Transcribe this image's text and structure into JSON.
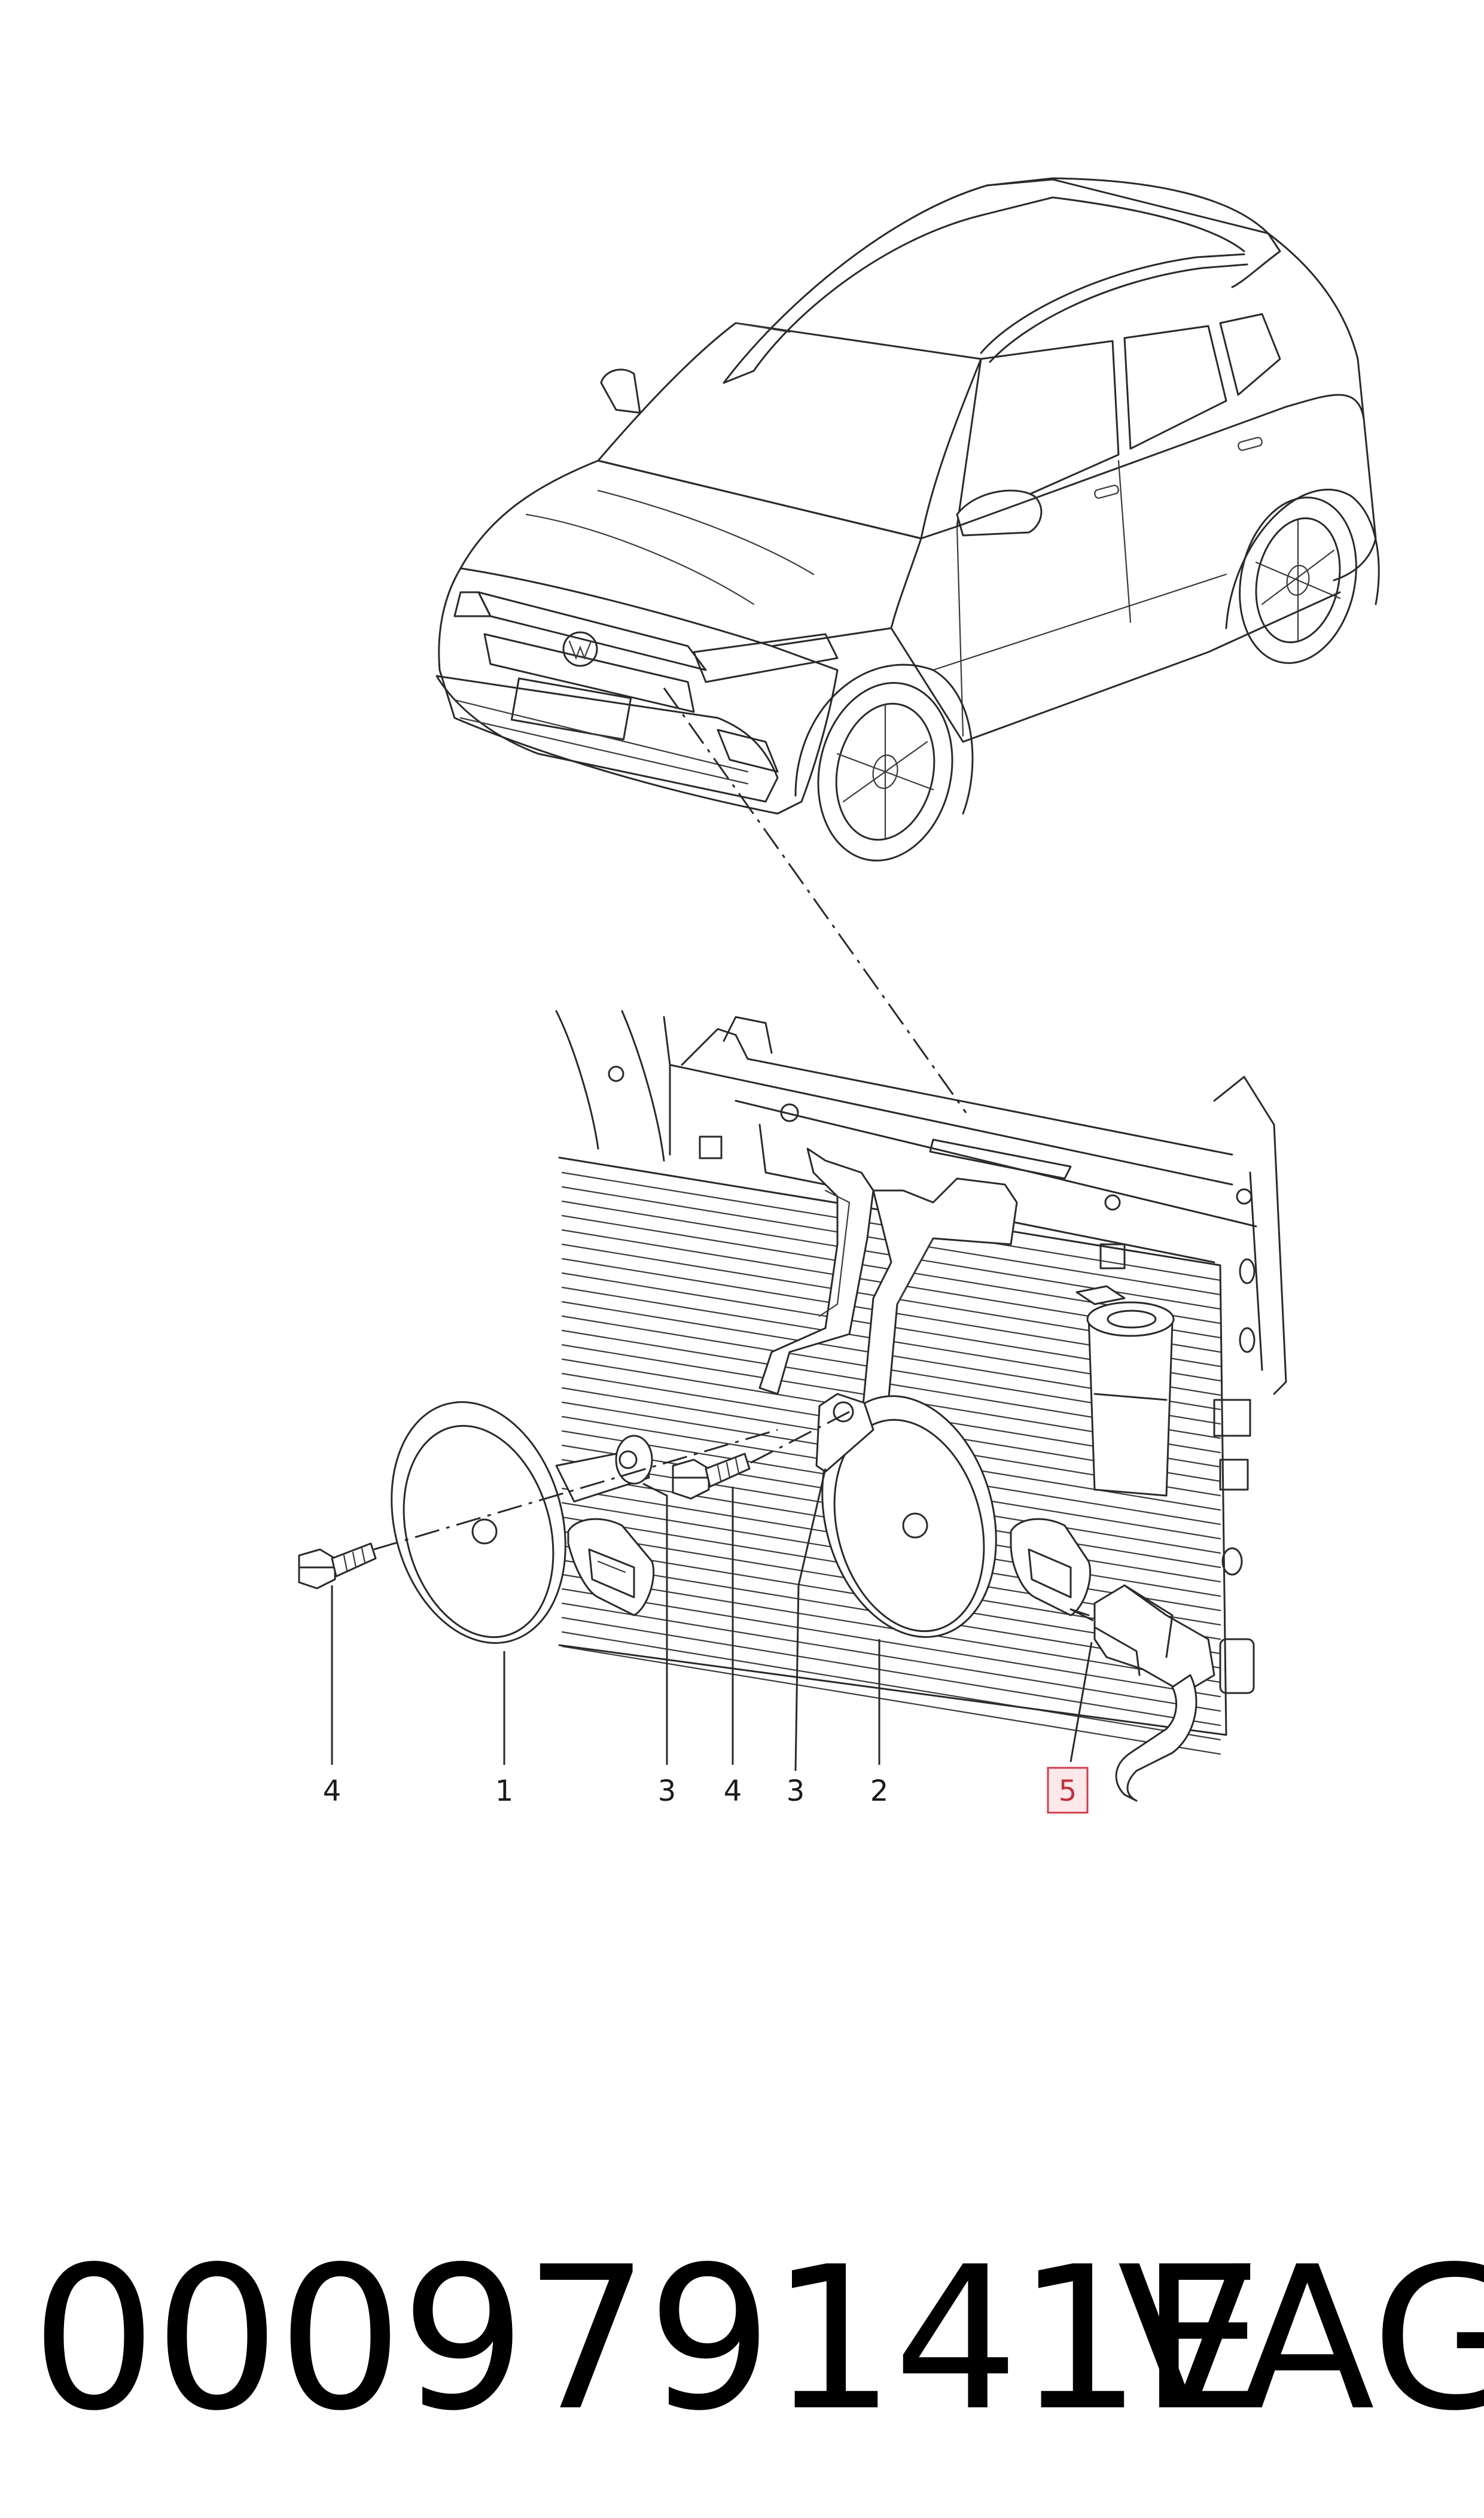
{
  "parts": [
    {
      "id": "part-1",
      "label": "1",
      "highlighted": false
    },
    {
      "id": "part-2",
      "label": "2",
      "highlighted": false
    },
    {
      "id": "part-3a",
      "label": "3",
      "highlighted": false
    },
    {
      "id": "part-3b",
      "label": "3",
      "highlighted": false
    },
    {
      "id": "part-4a",
      "label": "4",
      "highlighted": false
    },
    {
      "id": "part-4b",
      "label": "4",
      "highlighted": false
    },
    {
      "id": "part-5",
      "label": "5",
      "highlighted": true
    }
  ],
  "footer": {
    "part_number": "000979141E",
    "brand": "VAG"
  },
  "colors": {
    "line": "#2a2a2a",
    "highlight_stroke": "#d23c4b",
    "highlight_fill": "#fde8ea",
    "text": "#000000"
  }
}
